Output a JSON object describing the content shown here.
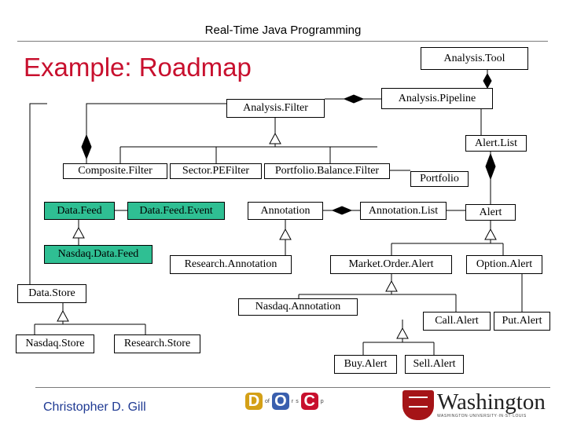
{
  "header": {
    "course": "Real-Time Java Programming"
  },
  "slide": {
    "title": "Example: Roadmap"
  },
  "classes": {
    "analysis_tool": "Analysis.Tool",
    "analysis_pipeline": "Analysis.Pipeline",
    "analysis_filter": "Analysis.Filter",
    "alert_list": "Alert.List",
    "composite_filter": "Composite.Filter",
    "sector_pe_filter": "Sector.PEFilter",
    "portfolio_balance_filter": "Portfolio.Balance.Filter",
    "portfolio": "Portfolio",
    "data_feed": "Data.Feed",
    "data_feed_event": "Data.Feed.Event",
    "annotation": "Annotation",
    "annotation_list": "Annotation.List",
    "alert": "Alert",
    "nasdaq_data_feed": "Nasdaq.Data.Feed",
    "research_annotation": "Research.Annotation",
    "market_order_alert": "Market.Order.Alert",
    "option_alert": "Option.Alert",
    "data_store": "Data.Store",
    "nasdaq_annotation": "Nasdaq.Annotation",
    "call_alert": "Call.Alert",
    "put_alert": "Put.Alert",
    "nasdaq_store": "Nasdaq.Store",
    "research_store": "Research.Store",
    "buy_alert": "Buy.Alert",
    "sell_alert": "Sell.Alert"
  },
  "colors": {
    "title": "#c8102e",
    "highlight": "#2fbf93",
    "author": "#1f3a93"
  },
  "footer": {
    "author": "Christopher D. Gill",
    "doc_logo": {
      "letters": [
        "D",
        "O",
        "C"
      ],
      "small": [
        "of",
        "r",
        "s",
        "p"
      ]
    },
    "university": {
      "name": "Washington",
      "subtitle": "WASHINGTON·UNIVERSITY·IN·ST·LOUIS"
    }
  }
}
